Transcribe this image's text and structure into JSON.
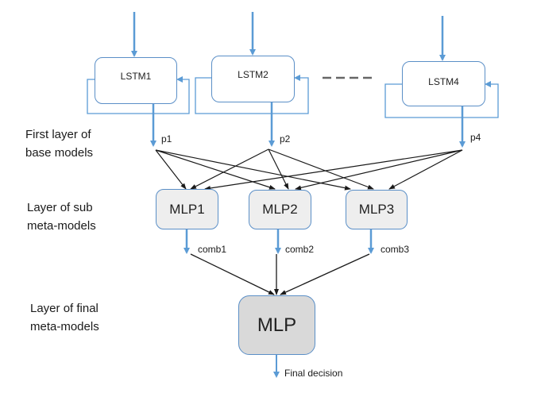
{
  "layers": {
    "first": "First layer of\nbase models",
    "sub": "Layer of sub\nmeta-models",
    "final": "Layer of final\nmeta-models"
  },
  "base_models": [
    {
      "label": "LSTM1",
      "output": "p1"
    },
    {
      "label": "LSTM2",
      "output": "p2"
    },
    {
      "label": "LSTM4",
      "output": "p4"
    }
  ],
  "sub_meta_models": [
    {
      "label": "MLP1",
      "output": "comb1"
    },
    {
      "label": "MLP2",
      "output": "comb2"
    },
    {
      "label": "MLP3",
      "output": "comb3"
    }
  ],
  "final_model": {
    "label": "MLP",
    "output": "Final decision"
  },
  "colors": {
    "blue_arrow": "#5b9bd5",
    "box_border": "#5b8fc7",
    "black_arrow": "#1a1a1a",
    "dash": "#666666",
    "mlp_fill": "#eeeeee",
    "final_fill": "#d9d9d9"
  }
}
